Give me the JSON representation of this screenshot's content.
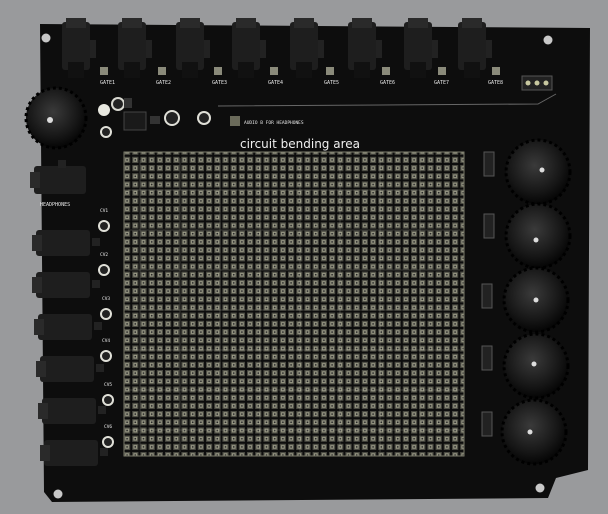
{
  "board": {
    "title": "circuit bending area",
    "headphones_label": "HEADPHONES",
    "audio_note": "AUDIO B FOR HEADPHONES",
    "gate_labels": [
      "GATE1",
      "GATE2",
      "GATE3",
      "GATE4",
      "GATE5",
      "GATE6",
      "GATE7",
      "GATE8"
    ],
    "cv_labels": [
      "CV1",
      "CV2",
      "CV3",
      "CV4",
      "CV5",
      "CV6"
    ],
    "colors": {
      "background": "#999a9c",
      "pcb": "#0d0d0d",
      "silkscreen": "#e8e8e8",
      "pad": "#8a8a7a",
      "knob": "#1a1a1a",
      "hole": "#c8c8c8"
    }
  }
}
